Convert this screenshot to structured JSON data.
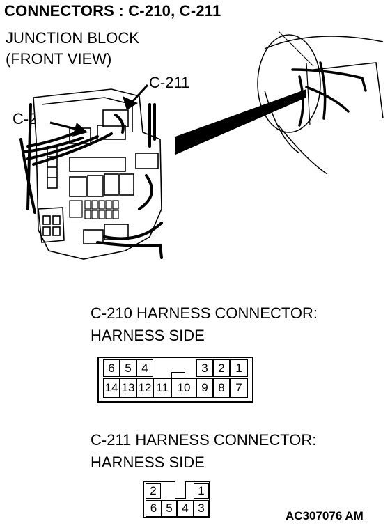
{
  "title": "CONNECTORS : C-210, C-211",
  "junction_block": {
    "line1": "JUNCTION BLOCK",
    "line2": "(FRONT VIEW)"
  },
  "callouts": {
    "c211": "C-211",
    "c210": "C-210"
  },
  "c210_connector": {
    "caption_line1": "C-210 HARNESS CONNECTOR:",
    "caption_line2": "HARNESS SIDE",
    "top_row": [
      "6",
      "5",
      "4",
      "3",
      "2",
      "1"
    ],
    "bottom_row": [
      "14",
      "13",
      "12",
      "11",
      "10",
      "9",
      "8",
      "7"
    ]
  },
  "c211_connector": {
    "caption_line1": "C-211 HARNESS CONNECTOR:",
    "caption_line2": "HARNESS SIDE",
    "top_row": [
      "2",
      "1"
    ],
    "bottom_row": [
      "6",
      "5",
      "4",
      "3"
    ]
  },
  "figure_code": "AC307076 AM"
}
